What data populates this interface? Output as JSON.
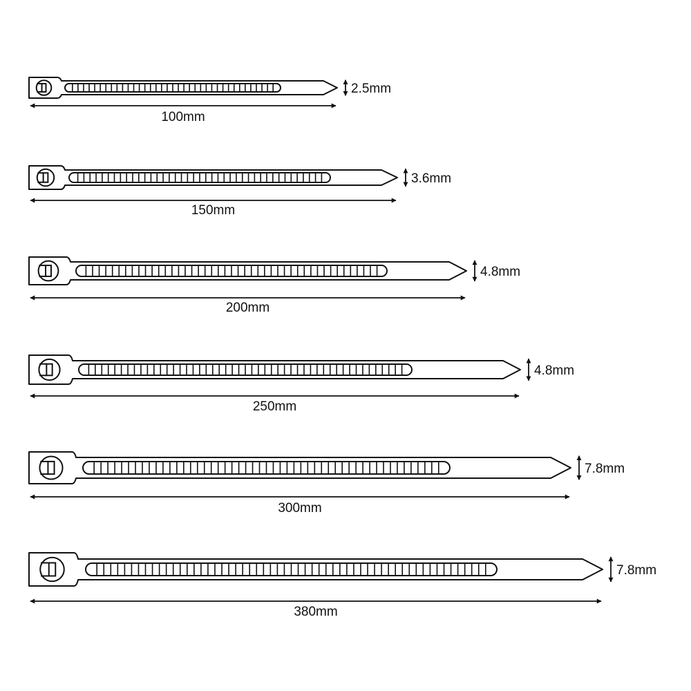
{
  "ties": [
    {
      "length": "100mm",
      "width": "2.5mm"
    },
    {
      "length": "150mm",
      "width": "3.6mm"
    },
    {
      "length": "200mm",
      "width": "4.8mm"
    },
    {
      "length": "250mm",
      "width": "4.8mm"
    },
    {
      "length": "300mm",
      "width": "7.8mm"
    },
    {
      "length": "380mm",
      "width": "7.8mm"
    }
  ],
  "colors": {
    "stroke": "#111111",
    "background": "#ffffff"
  }
}
